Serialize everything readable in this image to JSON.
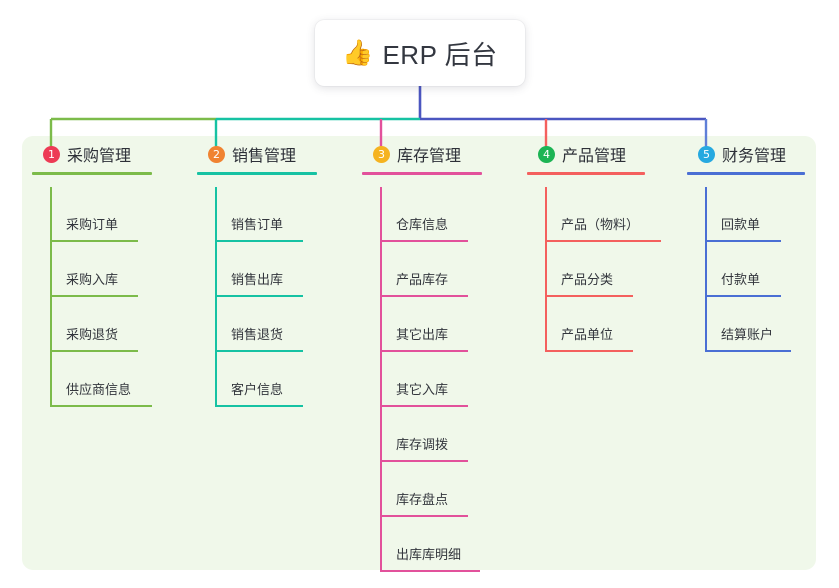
{
  "root": {
    "icon": "thumbs-up-icon",
    "emoji": "👍",
    "title": "ERP 后台"
  },
  "panel": {
    "background_color": "#f0f8ea"
  },
  "bus": {
    "stem_color": "#4b56c0",
    "segments": [
      {
        "from": "col-0",
        "color": "#7cbb4a"
      },
      {
        "from": "col-1",
        "color": "#16c2a3"
      },
      {
        "from": "col-2",
        "color": "#4b56c0"
      },
      {
        "from": "col-3",
        "color": "#4b56c0"
      },
      {
        "from": "col-4",
        "color": "#4b56c0"
      }
    ]
  },
  "columns": [
    {
      "index": "1",
      "title": "采购管理",
      "badge_color": "#ed3b55",
      "line_color": "#7cbb4a",
      "head_rule_width": 120,
      "drop_color": "#7cbb4a",
      "items": [
        {
          "label": "采购订单",
          "rule_width": 88
        },
        {
          "label": "采购入库",
          "rule_width": 88
        },
        {
          "label": "采购退货",
          "rule_width": 88
        },
        {
          "label": "供应商信息",
          "rule_width": 102
        }
      ]
    },
    {
      "index": "2",
      "title": "销售管理",
      "badge_color": "#f08331",
      "line_color": "#16c2a3",
      "head_rule_width": 120,
      "drop_color": "#16c2a3",
      "items": [
        {
          "label": "销售订单",
          "rule_width": 88
        },
        {
          "label": "销售出库",
          "rule_width": 88
        },
        {
          "label": "销售退货",
          "rule_width": 88
        },
        {
          "label": "客户信息",
          "rule_width": 88
        }
      ]
    },
    {
      "index": "3",
      "title": "库存管理",
      "badge_color": "#f5b320",
      "line_color": "#e2519b",
      "head_rule_width": 120,
      "drop_color": "#e2519b",
      "items": [
        {
          "label": "仓库信息",
          "rule_width": 88
        },
        {
          "label": "产品库存",
          "rule_width": 88
        },
        {
          "label": "其它出库",
          "rule_width": 88
        },
        {
          "label": "其它入库",
          "rule_width": 88
        },
        {
          "label": "库存调拨",
          "rule_width": 88
        },
        {
          "label": "库存盘点",
          "rule_width": 88
        },
        {
          "label": "出库库明细",
          "rule_width": 100
        }
      ]
    },
    {
      "index": "4",
      "title": "产品管理",
      "badge_color": "#1cb454",
      "line_color": "#f4605e",
      "head_rule_width": 118,
      "drop_color": "#f4605e",
      "items": [
        {
          "label": "产品（物料）",
          "rule_width": 116
        },
        {
          "label": "产品分类",
          "rule_width": 88
        },
        {
          "label": "产品单位",
          "rule_width": 88
        }
      ]
    },
    {
      "index": "5",
      "title": "财务管理",
      "badge_color": "#26a9e0",
      "line_color": "#4a6fd4",
      "head_rule_width": 118,
      "drop_color": "#5f7fd8",
      "items": [
        {
          "label": "回款单",
          "rule_width": 76
        },
        {
          "label": "付款单",
          "rule_width": 76
        },
        {
          "label": "结算账户",
          "rule_width": 86
        }
      ]
    }
  ]
}
